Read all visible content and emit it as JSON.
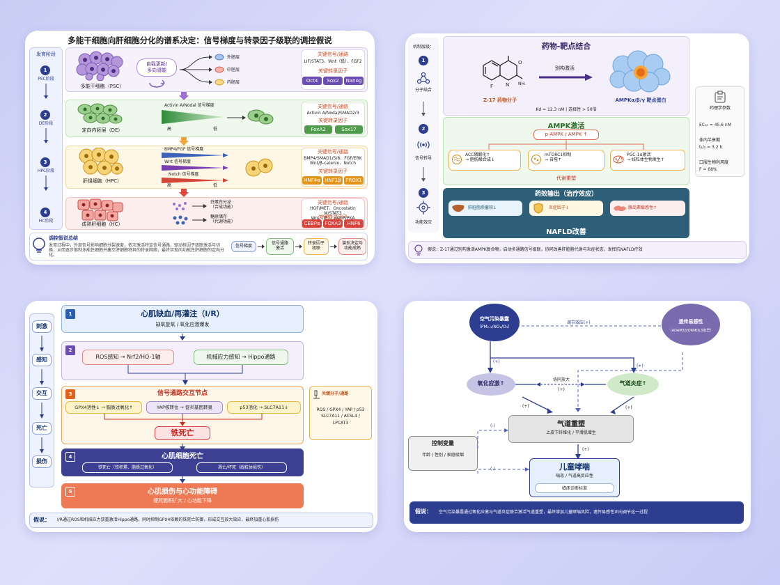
{
  "colors": {
    "purple": "#7b5bc0",
    "green": "#58a55c",
    "orange": "#f08a24",
    "red": "#e04a4a",
    "navy": "#3c3f92",
    "teal": "#2d5f78"
  },
  "p1": {
    "title": "多能干细胞向肝细胞分化的谱系决定：信号梯度与转录因子级联的调控假说",
    "sidebar_title": "发育阶段",
    "stages": [
      {
        "num": "1",
        "label": "PSC阶段"
      },
      {
        "num": "2",
        "label": "DE阶段"
      },
      {
        "num": "3",
        "label": "HPC阶段"
      },
      {
        "num": "4",
        "label": "HC阶段"
      }
    ],
    "row1": {
      "cell": "多能干细胞（PSC）",
      "bubble": "自我更新/\n多向潜能",
      "germ": [
        "外胚层",
        "中胚层",
        "内胚层"
      ],
      "sig_title": "关键信号/通路",
      "sig": "LIF/STAT3、Wnt（低）、FGF2",
      "tf_title": "关键转录因子",
      "tfs": [
        "Oct4",
        "Sox2",
        "Nanog"
      ]
    },
    "row2": {
      "cell": "定向内胚层（DE）",
      "grad": "Activin A/Nodal 信号梯度",
      "hi": "高",
      "lo": "低",
      "sig_title": "关键信号/通路",
      "sig": "Activin A/Nodal/SMAD2/3",
      "tf_title": "关键转录因子",
      "tfs": [
        "FoxA2",
        "Sox17"
      ]
    },
    "row3": {
      "cell": "肝祖细胞（HPC）",
      "g1": "BMP4/FGF 信号梯度",
      "g2": "Wnt 信号梯度",
      "g3": "Notch 信号梯度",
      "hi": "高",
      "lo": "低",
      "sig_title": "关键信号/通路",
      "sig": "BMP4/SMAD1/5/8、FGF/ERK\nWnt/β-catenin、Notch",
      "tf_title": "关键转录因子",
      "tfs": [
        "HNF4α",
        "HNF1β",
        "PROX1"
      ]
    },
    "row4": {
      "cell": "成熟肝细胞（HC）",
      "o1": "白蛋白分泌\n（合成功能）",
      "o2": "糖原储存\n（代谢功能）",
      "sig_title": "关键信号/通路",
      "sig": "HGF/MET、Oncostatin M/STAT3\nWnt（低）、cAMP/PKA",
      "tf_title": "关键转录因子",
      "tfs": [
        "CEBPα",
        "FOXA3",
        "HNF6"
      ]
    },
    "summary": {
      "title": "调控假说总结",
      "text": "发育过程中，外部信号影响细胞分裂速度，依次激活特定信号通路，驱动核因子级联激活与切换，从而逐步限制多能性细胞并建立肝细胞特异的转录网络，最终实现向功能性肝细胞的定向分化。",
      "flow": [
        "信号梯度",
        "信号通路\n激活",
        "转录因子\n级联",
        "谱系决定与\n功能成熟"
      ]
    }
  },
  "p2": {
    "sidebar_title": "机制层级：",
    "levels": [
      {
        "num": "1",
        "label": "分子结合"
      },
      {
        "num": "2",
        "label": "信号转导"
      },
      {
        "num": "3",
        "label": "功能效应"
      }
    ],
    "binding": {
      "title": "药物-靶点结合",
      "drug": "Z-17 药物分子",
      "arrow": "别构激活",
      "target": "AMPKα/β/γ 靶点蛋白",
      "kd": "Kd = 12.3 nM  |  选择性 > 50倍"
    },
    "ampk": {
      "title": "AMPK激活",
      "center": "p-AMPK / AMPK ↑",
      "items": [
        "ACC磷酸化↑\n→ 脂肪酸合成↓",
        "mTORC1抑制\n→ 自噬↑",
        "PGC-1α激活\n→ 线粒体生物发生↑"
      ],
      "footer": "代谢重塑"
    },
    "output": {
      "title": "药效输出（治疗效应）",
      "items": [
        "肝脏脂质蓄积↓",
        "炎症因子↓",
        "胰岛素敏感性↑"
      ],
      "footer": "NAFLD改善"
    },
    "pk": {
      "title": "药理学参数",
      "ec": "EC₅₀ = 45.6 nM",
      "half_label": "体内半衰期",
      "half": "t₁/₂ = 3.2 h",
      "f_label": "口服生物利用度",
      "f": "F = 68%"
    },
    "hypo": "假说：Z-17通过别构激活AMPK复合物，启动多通路信号级联，协同改善肝脏脂代谢与炎症状态，发挥抗NAFLD疗效"
  },
  "p3": {
    "sidebar": [
      "刺激",
      "感知",
      "交互",
      "死亡",
      "损伤"
    ],
    "b1": {
      "num": "1",
      "title": "心肌缺血/再灌注（I/R）",
      "sub": "缺氧复氧 / 氧化应激爆发"
    },
    "b2": {
      "num": "2",
      "l": "ROS感知 → Nrf2/HO-1轴",
      "r": "机械应力感知 → Hippo通路"
    },
    "b3": {
      "num": "3",
      "title": "信号通路交互节点",
      "items": [
        "GPX4活性↓ → 脂质过氧化↑",
        "YAP核转位 → 促炎基因转录",
        "p53活化 → SLC7A11↓"
      ],
      "center": "铁死亡"
    },
    "b4": {
      "num": "4",
      "title": "心肌细胞死亡",
      "l": "铁死亡（铁积累、脂质过氧化）",
      "r": "凋亡/坏死（线粒体损伤）"
    },
    "b5": {
      "num": "5",
      "title": "心肌损伤与心功能障碍",
      "sub": "梗死面积扩大 / 心功能下降"
    },
    "key": {
      "title": "关键分子/通路",
      "text": "ROS / GPX4 / YAP / p53\nSLC7A11 / ACSL4 /\nLPCAT3"
    },
    "hypo_label": "假说：",
    "hypo": "I/R通过ROS和机械应力双重激活Hippo通路，同时抑制GPX4依赖的铁死亡防御，形成交互放大效应，最终加重心肌损伤"
  },
  "p4": {
    "air": {
      "title": "空气污染暴露",
      "sub": "（PM₂.₅/NO₂/O₃）"
    },
    "gene": {
      "title": "遗传易感性",
      "sub": "（ADAM33/ORMDL3变异）"
    },
    "mod": "调节效应(+)",
    "ox": "氧化应激↑",
    "inf": "气道炎症↑",
    "syn": "协同放大",
    "plus": "(+)",
    "minus": "(-)",
    "remodel": {
      "title": "气道重塑",
      "sub": "上皮下纤维化 / 平滑肌增生"
    },
    "ctrl": {
      "title": "控制变量",
      "sub": "年龄 / 性别 / 家庭吸烟"
    },
    "asthma": {
      "title": "儿童哮喘",
      "sub": "喘息 / 气道高反应性",
      "foot": "临床诊断标准"
    },
    "hypo_label": "假说：",
    "hypo": "空气污染暴露通过氧化应激与气道炎症联合激活气道重塑，最终增加儿童哮喘风险，遗传易感性正向调节这一过程"
  }
}
